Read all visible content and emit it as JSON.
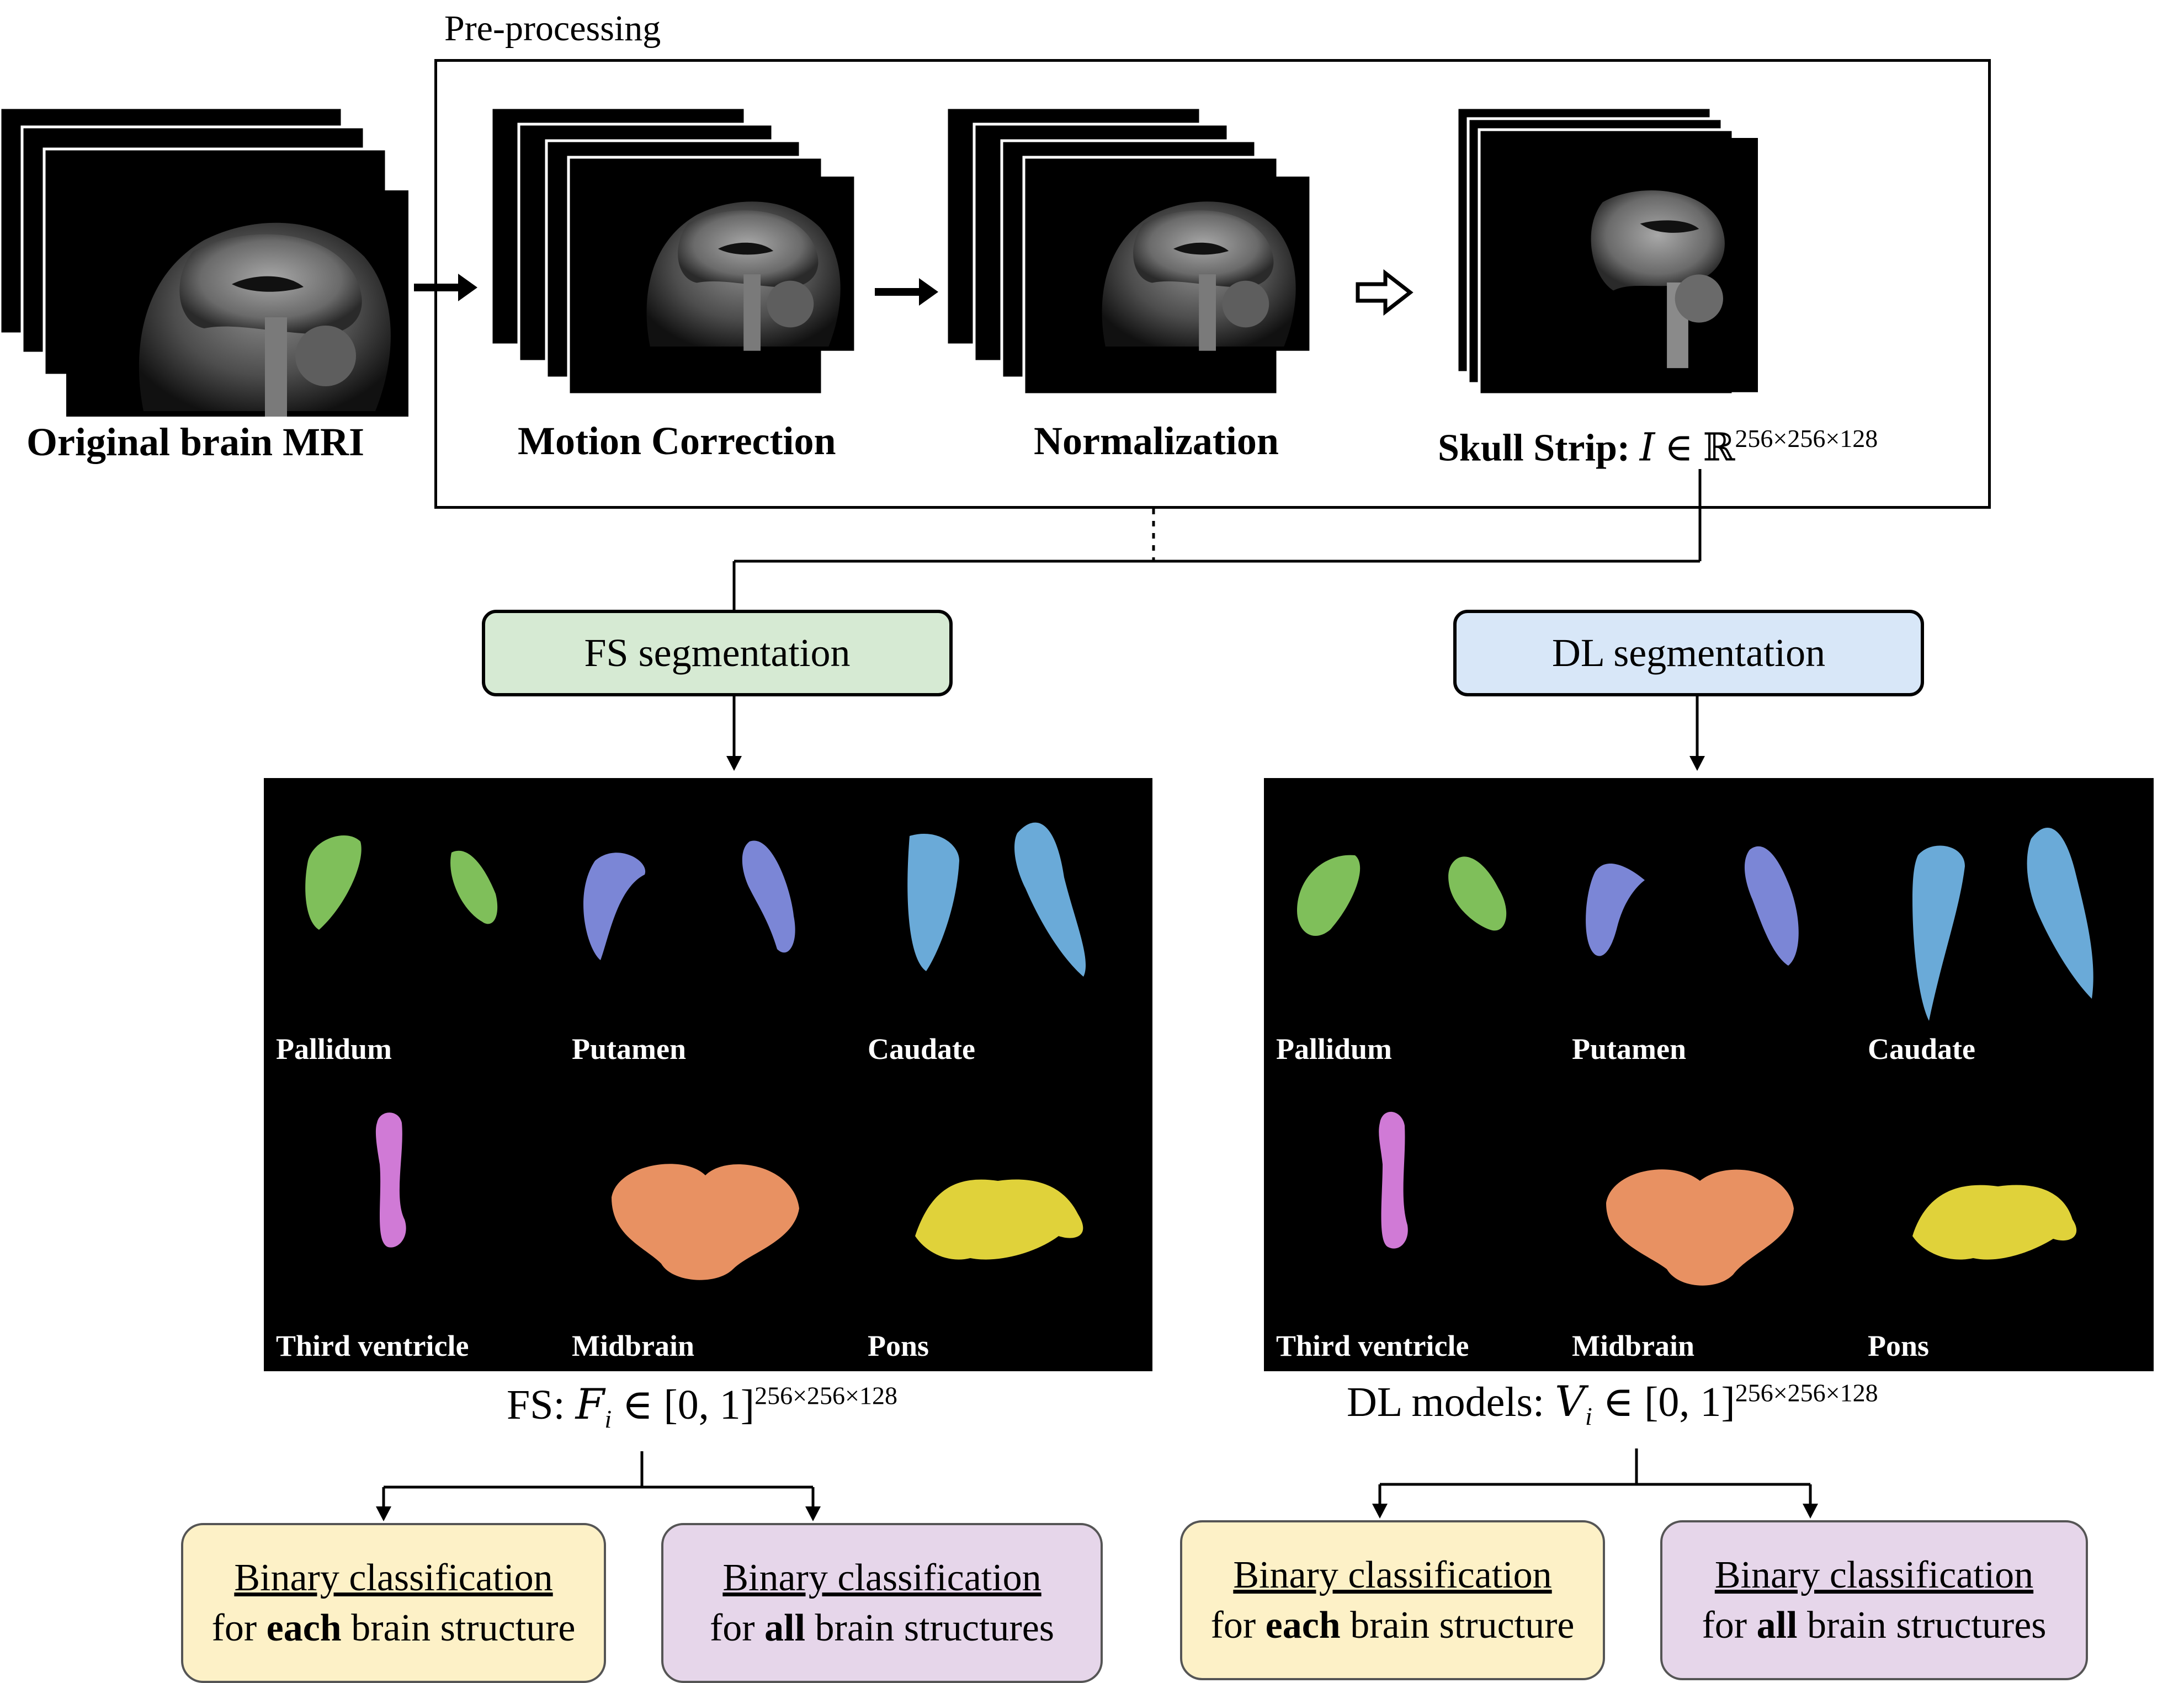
{
  "preprocessing": {
    "title": "Pre-processing",
    "steps": [
      {
        "label": "Original brain MRI"
      },
      {
        "label": "Motion Correction"
      },
      {
        "label": "Normalization"
      },
      {
        "label": "Skull Strip:",
        "math_var": "I",
        "math_rel": "∈",
        "math_set": "ℝ",
        "math_sup": "256×256×128"
      }
    ]
  },
  "segmentation": {
    "fs_label": "FS segmentation",
    "dl_label": "DL segmentation",
    "colors": {
      "fs_box": "#d6ead3",
      "dl_box": "#d8e7f8"
    }
  },
  "panels": {
    "fs": {
      "structures": [
        "Pallidum",
        "Putamen",
        "Caudate",
        "Third ventricle",
        "Midbrain",
        "Pons"
      ]
    },
    "dl": {
      "structures": [
        "Pallidum",
        "Putamen",
        "Caudate",
        "Third ventricle",
        "Midbrain",
        "Pons"
      ]
    },
    "structure_colors": {
      "pallidum": "#7fbf5a",
      "putamen": "#7b86d6",
      "caudate": "#6aaad8",
      "third_ventricle": "#d07ad6",
      "midbrain": "#e89162",
      "pons": "#e0d23a"
    }
  },
  "outputs": {
    "fs": {
      "prefix": "FS:",
      "var": "F",
      "sub": "i",
      "rel": "∈",
      "interval": "[0, 1]",
      "sup": "256×256×128"
    },
    "dl": {
      "prefix": "DL models:",
      "var": "V",
      "sub": "i",
      "rel": "∈",
      "interval": "[0, 1]",
      "sup": "256×256×128"
    }
  },
  "classification": {
    "title": "Binary classification",
    "each": {
      "pre": "for",
      "bold": "each",
      "post": "brain structure",
      "color": "#fdf1c7"
    },
    "all": {
      "pre": "for",
      "bold": "all",
      "post": "brain structures",
      "color": "#e6d6ea"
    }
  }
}
